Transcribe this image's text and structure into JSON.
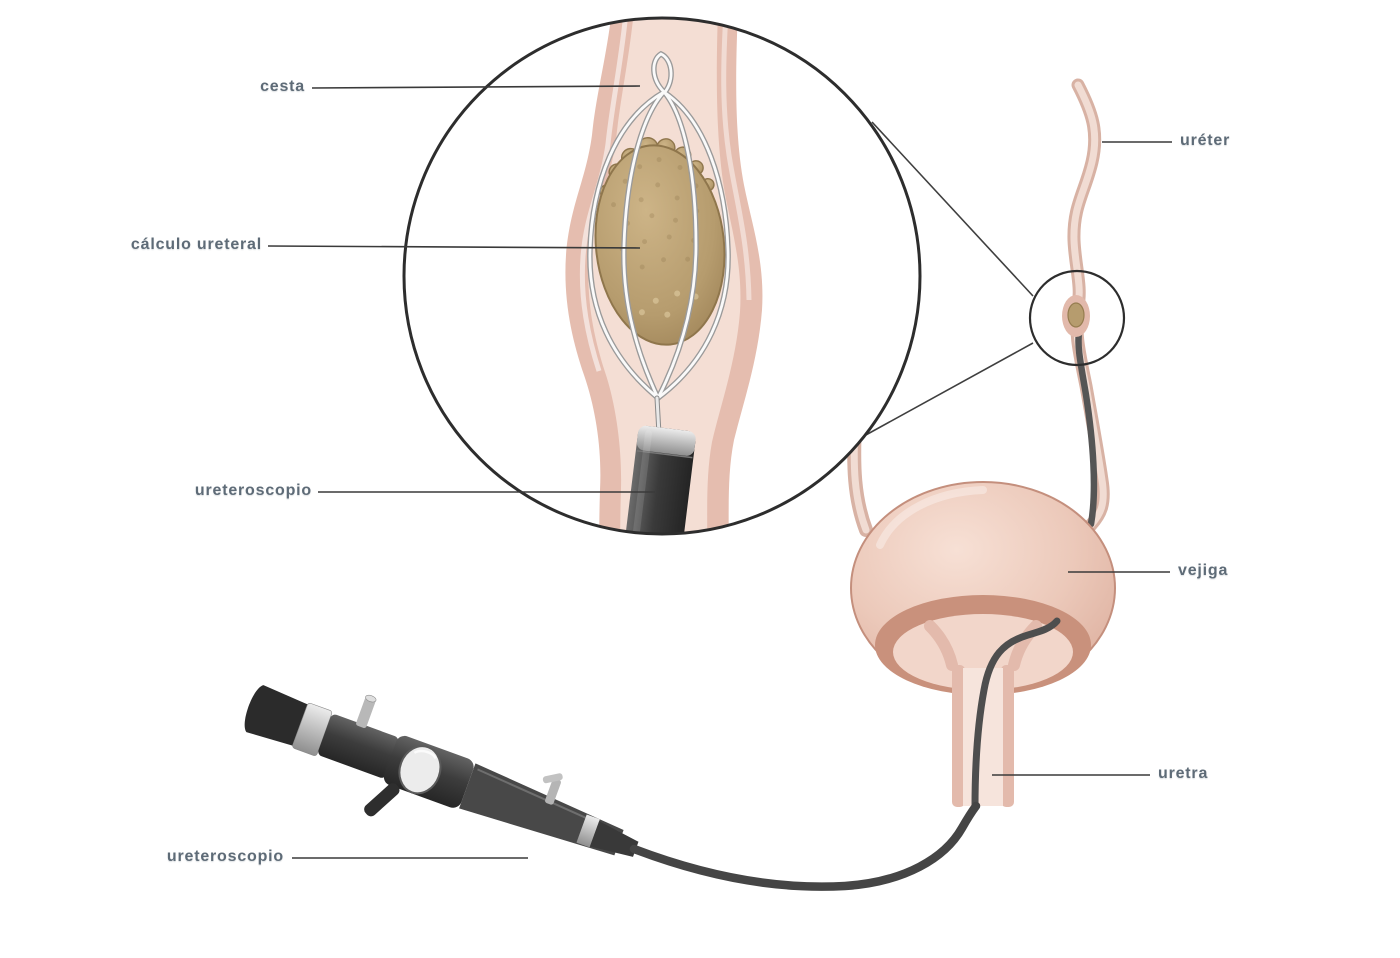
{
  "labels": {
    "cesta": "cesta",
    "calculo_ureteral": "cálculo ureteral",
    "ureteroscopio_inset": "ureteroscopio",
    "ureter": "uréter",
    "vejiga": "vejiga",
    "uretra": "uretra",
    "ureteroscopio_device": "ureteroscopio"
  },
  "colors": {
    "label_text": "#5e6b77",
    "leader_line": "#3a3a3a",
    "tissue_outer": "#e5bdaf",
    "tissue_inner": "#f4ded4",
    "stone": "#b69c6e",
    "scope_body": "#3f3f3f",
    "basket_wire": "#fafafa",
    "bladder": "#e3b7a7"
  }
}
